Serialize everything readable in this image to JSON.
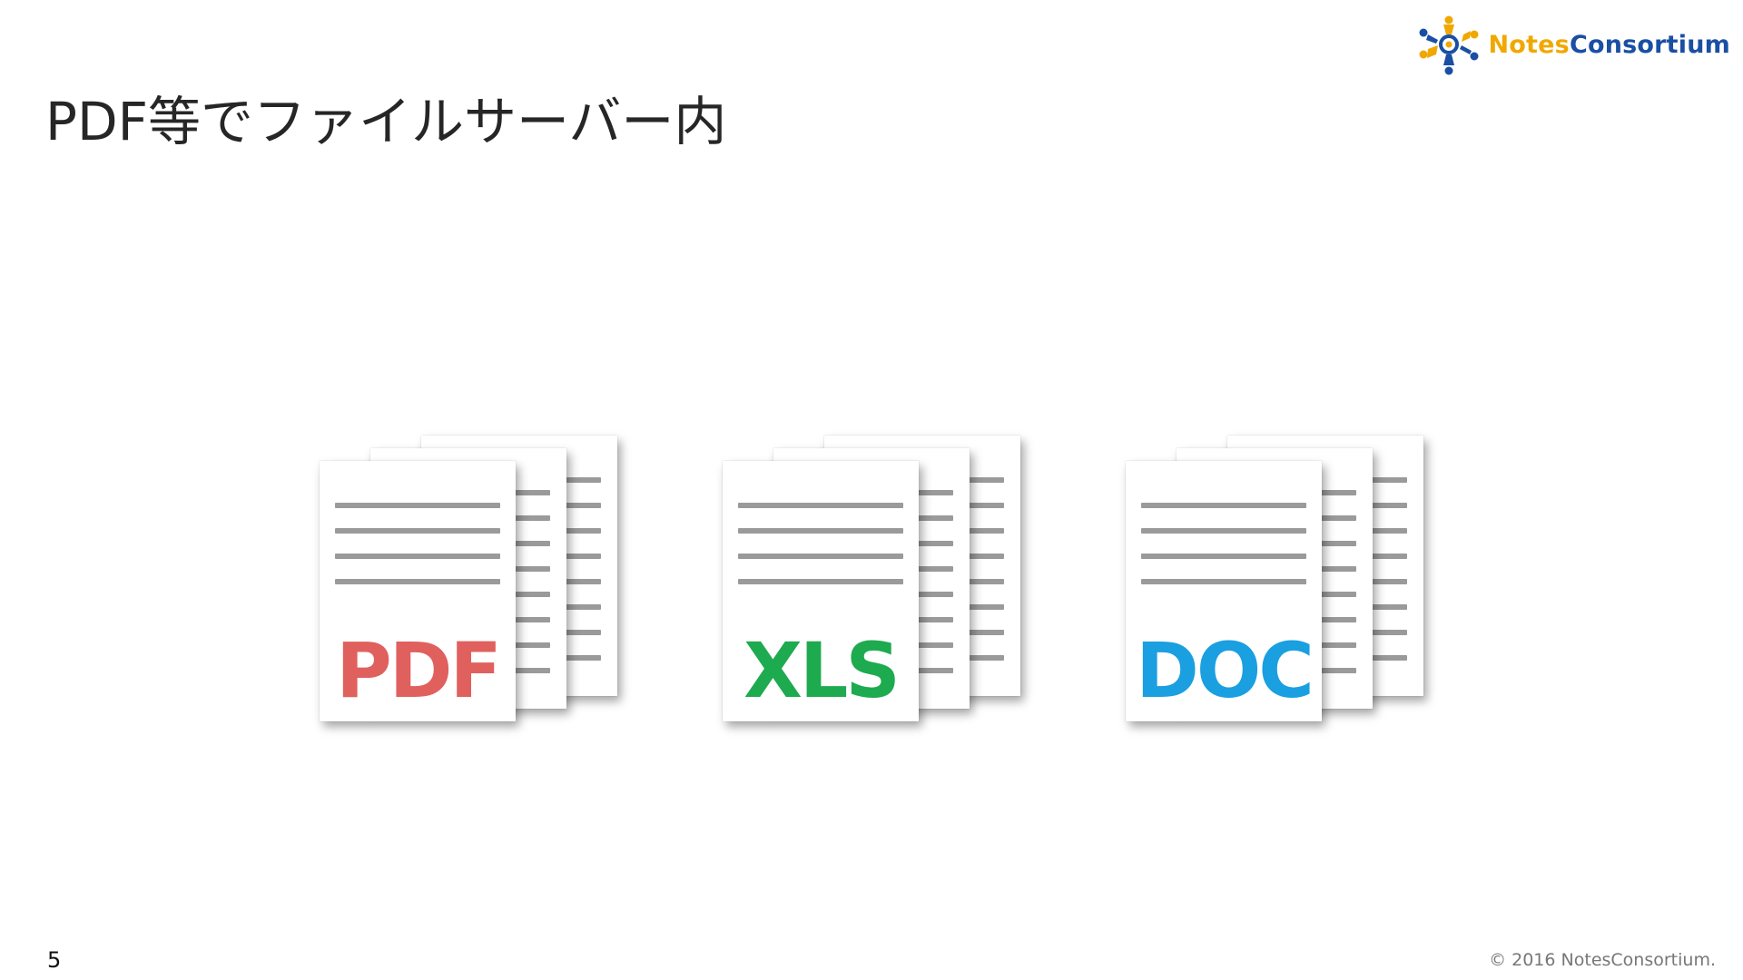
{
  "slide": {
    "title": "PDF等でファイルサーバー内",
    "page_number": "5",
    "copyright": "© 2016 NotesConsortium."
  },
  "logo": {
    "word_1": "Notes",
    "word_2": "Consortium",
    "icon": "notes-consortium-logo-icon",
    "colors": {
      "yellow": "#f0a800",
      "blue": "#1a4fa3"
    }
  },
  "documents": [
    {
      "label": "PDF",
      "color": "#e0605e",
      "icon": "pdf-document-stack-icon"
    },
    {
      "label": "XLS",
      "color": "#1eaa4f",
      "icon": "xls-document-stack-icon"
    },
    {
      "label": "DOC",
      "color": "#1a9fe0",
      "icon": "doc-document-stack-icon"
    }
  ]
}
